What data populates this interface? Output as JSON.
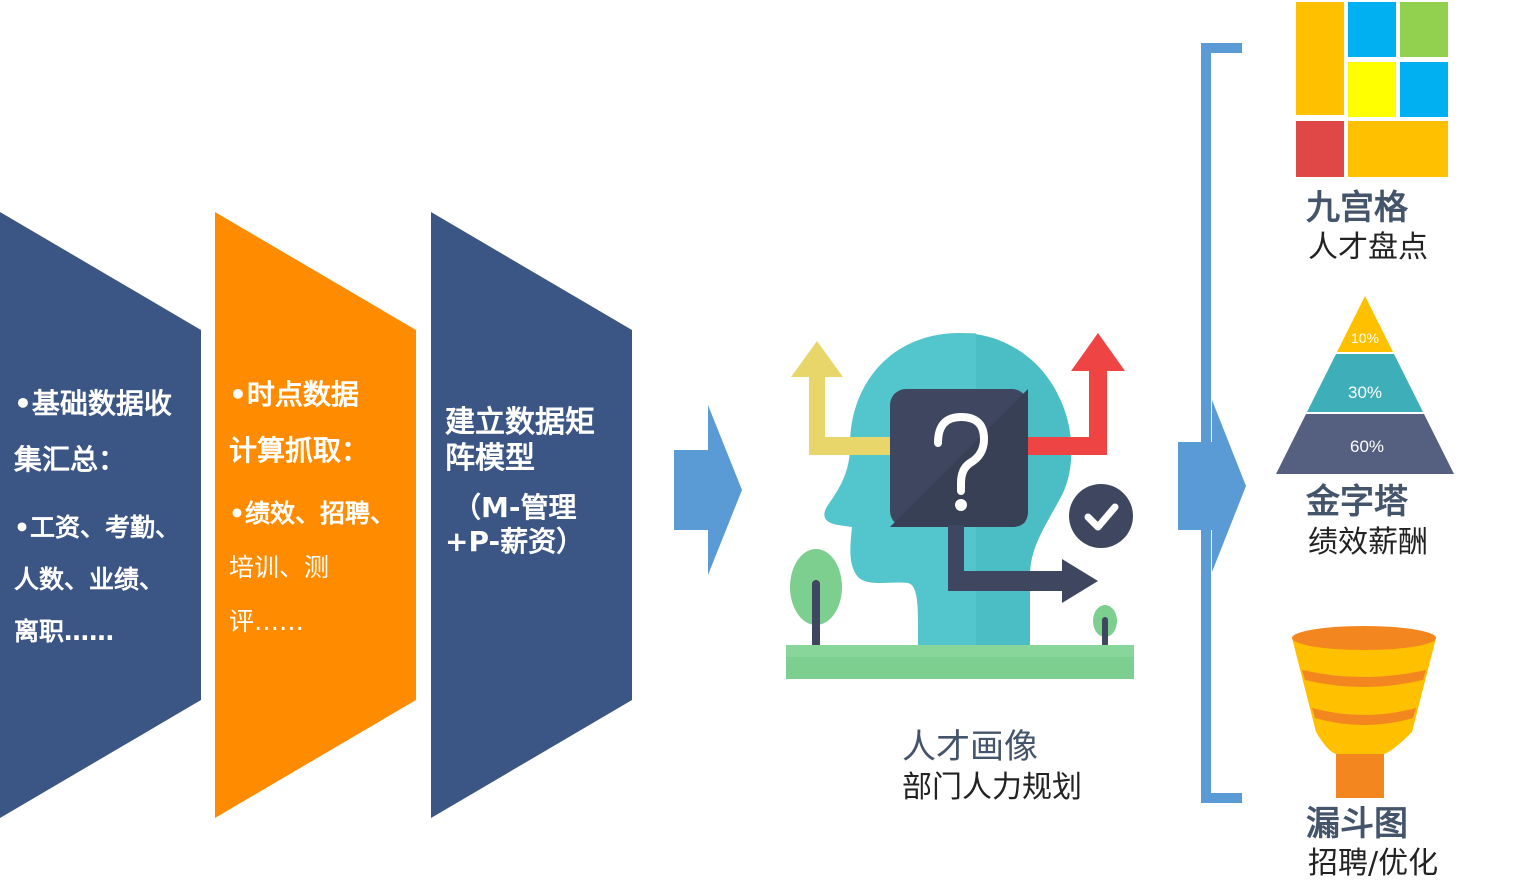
{
  "steps": {
    "step1": {
      "title_line1": "•基础数据收",
      "title_line2": "集汇总：",
      "detail_line1": "•工资、考勤、",
      "detail_line2": "人数、业绩、",
      "detail_line3": "离职……"
    },
    "step2": {
      "title_line1": "•时点数据",
      "title_line2": "计算抓取：",
      "detail_line1": "•绩效、招聘、",
      "detail_line2": "培训、测",
      "detail_line3": "评……"
    },
    "step3": {
      "title_line1": "建立数据矩",
      "title_line2": "阵模型",
      "detail_line1": "（M-管理",
      "detail_line2": "+P-薪资）"
    }
  },
  "center": {
    "caption": "人才画像",
    "subcaption": "部门人力规划"
  },
  "outputs": {
    "grid": {
      "title": "九宫格",
      "subtitle": "人才盘点"
    },
    "pyramid": {
      "title": "金字塔",
      "subtitle": "绩效薪酬",
      "levels": [
        "10%",
        "30%",
        "60%"
      ]
    },
    "funnel": {
      "title": "漏斗图",
      "subtitle": "招聘/优化"
    }
  },
  "colors": {
    "navy": "#3B5584",
    "orange": "#FF8C00",
    "arrow_blue": "#5B9BD5",
    "head_teal": "#53C5CC",
    "question_box": "#3F4760",
    "grass": "#7CCF8E",
    "arrow_red": "#EE4444",
    "arrow_yellow": "#E9D66B"
  }
}
